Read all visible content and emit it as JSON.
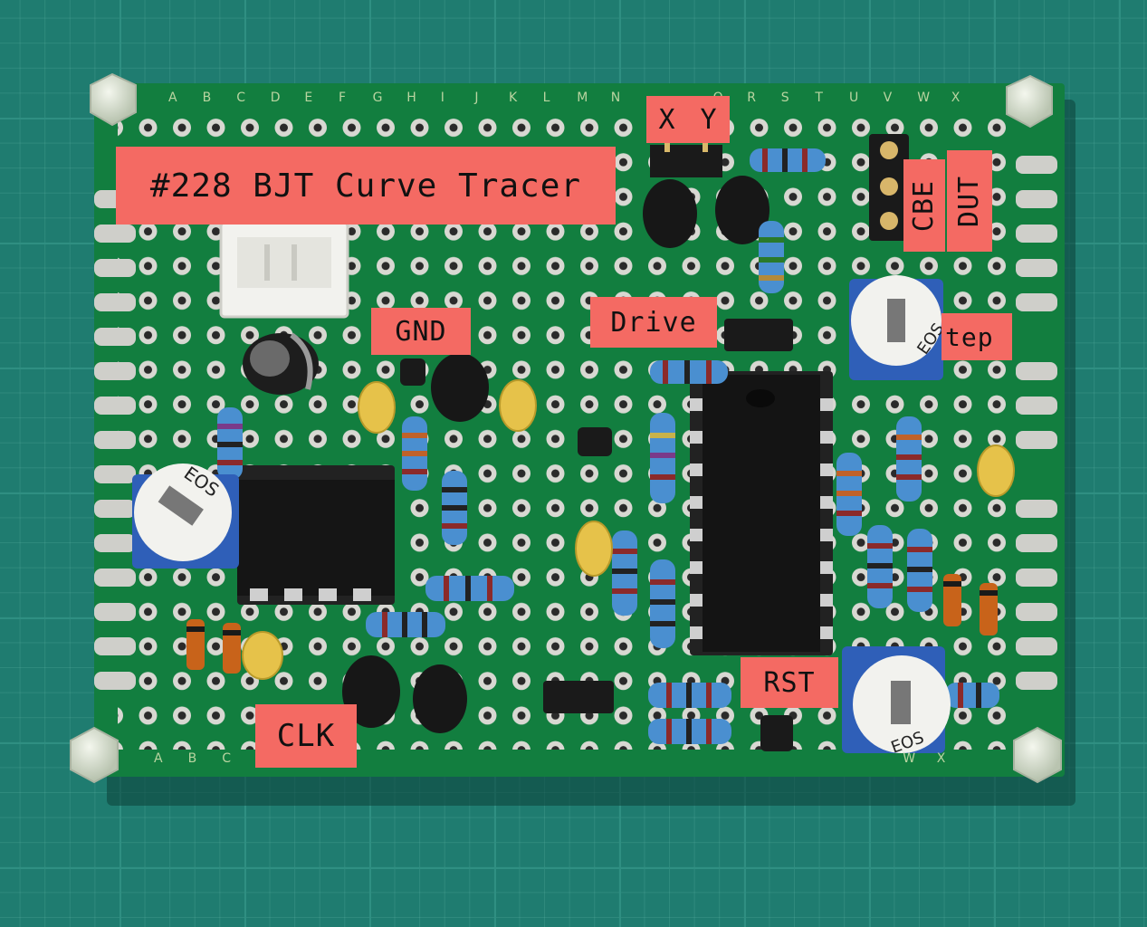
{
  "labels": {
    "title": "#228 BJT Curve Tracer",
    "gnd": "GND",
    "drive": "Drive",
    "step": "tep",
    "clk": "CLK",
    "rst": "RST",
    "x": "X",
    "y": "Y",
    "cbe": "CBE",
    "dut": "DUT"
  },
  "trimpot_marking": "EOS",
  "column_letters_top": [
    "A",
    "B",
    "C",
    "D",
    "E",
    "F",
    "G",
    "H",
    "I",
    "J",
    "K",
    "L",
    "M",
    "N",
    "",
    "",
    "Q",
    "R",
    "S",
    "T",
    "U",
    "V",
    "W",
    "X"
  ],
  "column_letters_bottom": [
    "A",
    "B",
    "C",
    "",
    "",
    "",
    "",
    "",
    "",
    "",
    "",
    "",
    "",
    "",
    "",
    "",
    "",
    "",
    "",
    "",
    "",
    "",
    "W",
    "X"
  ],
  "colors": {
    "board": "#127e3f",
    "label": "#f46a63",
    "mat": "#1f7c70",
    "silkscreen": "#b9d4a0"
  }
}
